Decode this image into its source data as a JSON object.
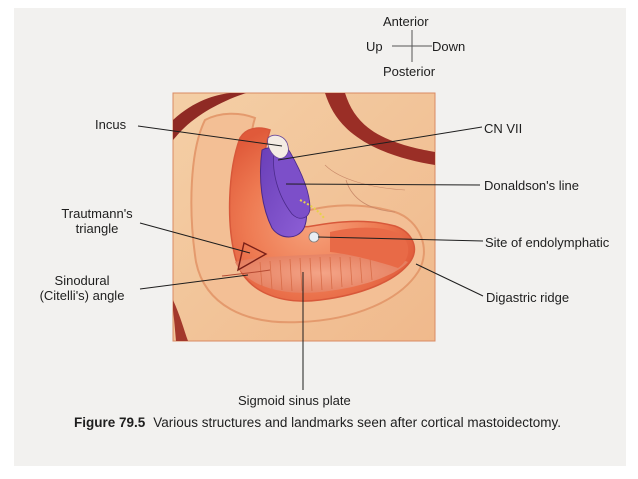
{
  "orientation": {
    "anterior": "Anterior",
    "up": "Up",
    "down": "Down",
    "posterior": "Posterior"
  },
  "labels": {
    "incus": "Incus",
    "cn_vii": "CN VII",
    "donaldsons_line": "Donaldson's line",
    "trautmanns_triangle_line1": "Trautmann's",
    "trautmanns_triangle_line2": "triangle",
    "site_of_endolymphatic": "Site of endolymphatic",
    "sinodural_line1": "Sinodural",
    "sinodural_line2": "(Citelli's) angle",
    "digastric_ridge": "Digastric ridge",
    "sigmoid_sinus_plate": "Sigmoid sinus plate"
  },
  "caption": {
    "figure_number": "Figure 79.5",
    "text": "Various structures and landmarks seen after cortical mastoidectomy."
  }
}
